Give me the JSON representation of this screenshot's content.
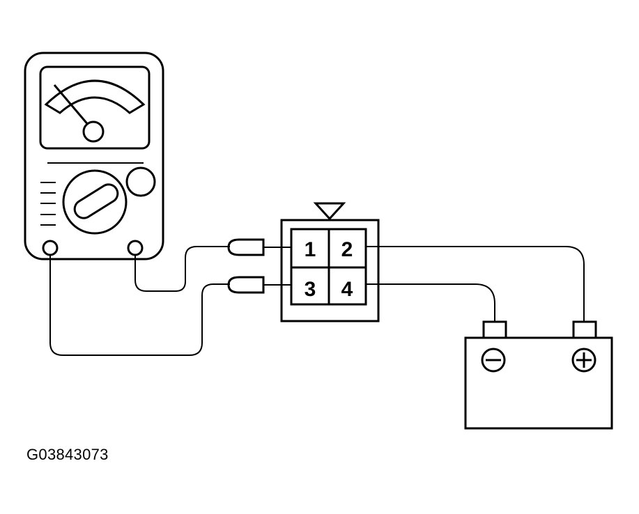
{
  "connector": {
    "pins": [
      {
        "label": "1"
      },
      {
        "label": "2"
      },
      {
        "label": "3"
      },
      {
        "label": "4"
      }
    ]
  },
  "figure_id": "G03843073",
  "battery": {
    "negative_symbol": "minus",
    "positive_symbol": "plus"
  }
}
